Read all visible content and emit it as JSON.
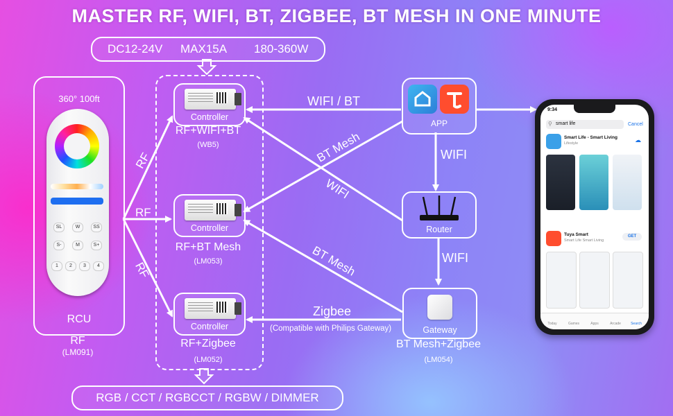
{
  "title": "MASTER RF, WIFI, BT, ZIGBEE, BT MESH IN ONE MINUTE",
  "specs": {
    "voltage": "DC12-24V",
    "current": "MAX15A",
    "power": "180-360W"
  },
  "rcu": {
    "range": "360° 100ft",
    "label": "RCU",
    "type": "RF",
    "model": "(LM091)",
    "buttons": [
      "SL",
      "W",
      "SS",
      "S-",
      "M",
      "S+",
      "1",
      "2",
      "3",
      "4"
    ]
  },
  "controllers": [
    {
      "box_label": "Controller",
      "name": "RF+WIFI+BT",
      "model": "(WB5)"
    },
    {
      "box_label": "Controller",
      "name": "RF+BT Mesh",
      "model": "(LM053)"
    },
    {
      "box_label": "Controller",
      "name": "RF+Zigbee",
      "model": "(LM052)"
    }
  ],
  "app": {
    "label": "APP"
  },
  "router": {
    "label": "Router"
  },
  "gateway": {
    "box_label": "Gateway",
    "name": "BT Mesh+Zigbee",
    "model": "(LM054)"
  },
  "links": {
    "rf": "RF",
    "wifi_bt": "WIFI / BT",
    "bt_mesh_1": "BT Mesh",
    "wifi_1": "WIFI",
    "wifi_app_router": "WIFI",
    "wifi_router_gateway": "WIFI",
    "bt_mesh_2": "BT Mesh",
    "zigbee": "Zigbee",
    "zigbee_note": "(Compatible with Philips Gateway)"
  },
  "output_modes": "RGB / CCT / RGBCCT / RGBW / DIMMER",
  "phone": {
    "time": "9:34",
    "search": "smart life",
    "cancel": "Cancel",
    "app1_name": "Smart Life - Smart Living",
    "app1_sub": "Lifestyle",
    "app2_name": "Tuya Smart",
    "app2_sub": "Smart Life Smart Living",
    "get": "GET",
    "tabs": [
      "Today",
      "Games",
      "Apps",
      "Arcade",
      "Search"
    ]
  },
  "colors": {
    "line": "#ffffff",
    "tuya_red": "#ff4d2e",
    "app_blue": "#3aa0e8"
  }
}
